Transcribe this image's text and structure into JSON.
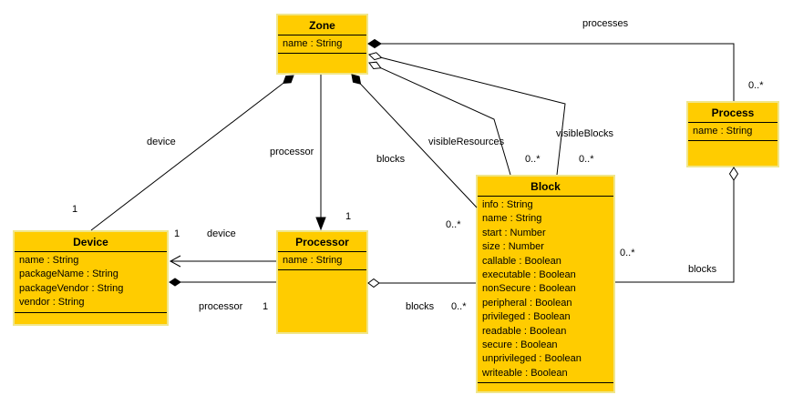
{
  "diagram": {
    "type": "uml-class-diagram",
    "background_color": "#ffffff",
    "class_fill_color": "#FFCC00",
    "class_border_color": "#F0E68C",
    "line_color": "#000000"
  },
  "classes": [
    {
      "id": "zone",
      "title": "Zone",
      "attributes": [
        "name : String"
      ]
    },
    {
      "id": "process",
      "title": "Process",
      "attributes": [
        "name : String"
      ]
    },
    {
      "id": "block",
      "title": "Block",
      "attributes": [
        "info : String",
        "name : String",
        "start : Number",
        "size : Number",
        "callable : Boolean",
        "executable : Boolean",
        "nonSecure : Boolean",
        "peripheral : Boolean",
        "privileged : Boolean",
        "readable : Boolean",
        "secure : Boolean",
        "unprivileged : Boolean",
        "writeable : Boolean"
      ]
    },
    {
      "id": "device",
      "title": "Device",
      "attributes": [
        "name : String",
        "packageName : String",
        "packageVendor : String",
        "vendor : String"
      ]
    },
    {
      "id": "processor",
      "title": "Processor",
      "attributes": [
        "name : String"
      ]
    }
  ],
  "associations": [
    {
      "id": "zone-processes-process",
      "label": "processes",
      "multiplicity": "0..*",
      "source": "Zone",
      "target": "Process",
      "source_adornment": "filled-diamond"
    },
    {
      "id": "zone-visibleblocks-block",
      "label": "visibleBlocks",
      "multiplicity": "0..*",
      "source": "Zone",
      "target": "Block",
      "source_adornment": "hollow-diamond"
    },
    {
      "id": "zone-visibleresources-block",
      "label": "visibleResources",
      "multiplicity": "0..*",
      "source": "Zone",
      "target": "Block",
      "source_adornment": "hollow-diamond"
    },
    {
      "id": "zone-blocks-block",
      "label": "blocks",
      "multiplicity": "0..*",
      "source": "Zone",
      "target": "Block",
      "source_adornment": "filled-diamond"
    },
    {
      "id": "zone-device-device",
      "label": "device",
      "multiplicity": "1",
      "source": "Zone",
      "target": "Device",
      "source_adornment": "filled-diamond"
    },
    {
      "id": "zone-processor-processor",
      "label": "processor",
      "multiplicity": "1",
      "source": "Zone",
      "target": "Processor",
      "target_adornment": "arrow"
    },
    {
      "id": "processor-device-device",
      "label": "device",
      "multiplicity": "1",
      "source": "Processor",
      "target": "Device",
      "target_adornment": "open-arrow"
    },
    {
      "id": "device-processor-processor",
      "label": "processor",
      "multiplicity": "1",
      "source": "Device",
      "target": "Processor",
      "source_adornment": "filled-diamond"
    },
    {
      "id": "processor-blocks-block",
      "label": "blocks",
      "multiplicity": "0..*",
      "source": "Processor",
      "target": "Block",
      "source_adornment": "hollow-diamond"
    },
    {
      "id": "process-blocks-block",
      "label": "blocks",
      "multiplicity": "0..*",
      "source": "Process",
      "target": "Block",
      "source_adornment": "hollow-diamond"
    }
  ]
}
